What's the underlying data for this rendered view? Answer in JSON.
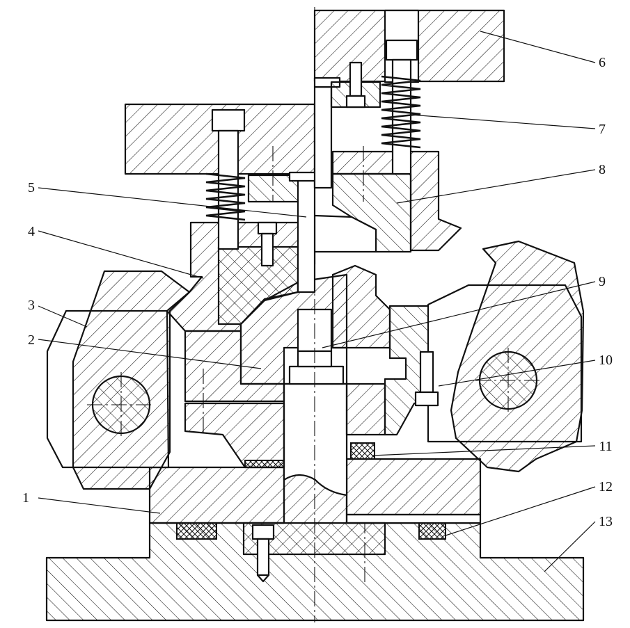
{
  "callouts": [
    {
      "id": "1",
      "text": "1"
    },
    {
      "id": "2",
      "text": "2"
    },
    {
      "id": "3",
      "text": "3"
    },
    {
      "id": "4",
      "text": "4"
    },
    {
      "id": "5",
      "text": "5"
    },
    {
      "id": "6",
      "text": "6"
    },
    {
      "id": "7",
      "text": "7"
    },
    {
      "id": "8",
      "text": "8"
    },
    {
      "id": "9",
      "text": "9"
    },
    {
      "id": "10",
      "text": "10"
    },
    {
      "id": "11",
      "text": "11"
    },
    {
      "id": "12",
      "text": "12"
    },
    {
      "id": "13",
      "text": "13"
    }
  ],
  "colors": {
    "line": "#111111",
    "background": "#ffffff"
  }
}
